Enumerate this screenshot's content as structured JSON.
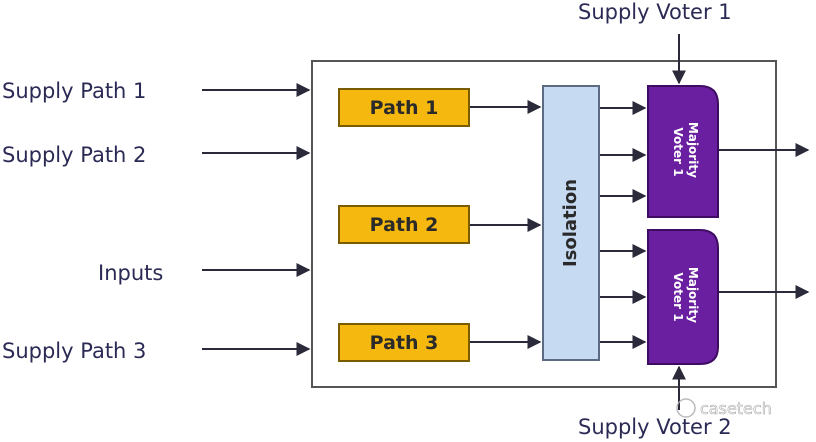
{
  "labels": {
    "supply_path_1": "Supply Path 1",
    "supply_path_2": "Supply Path 2",
    "inputs": "Inputs",
    "supply_path_3": "Supply Path 3",
    "supply_voter_1": "Supply Voter 1",
    "supply_voter_2": "Supply Voter 2"
  },
  "paths": {
    "path_1": "Path 1",
    "path_2": "Path 2",
    "path_3": "Path 3"
  },
  "isolation": "Isolation",
  "voters": {
    "top": {
      "line1": "Majority",
      "line2": "Voter 1"
    },
    "bottom": {
      "line1": "Majority",
      "line2": "Voter 1"
    }
  },
  "watermark": "casetech",
  "colors": {
    "path_fill": "#f5b80f",
    "path_stroke": "#7a5c00",
    "isolation_fill": "#c6daf2",
    "isolation_stroke": "#5c6a82",
    "voter_fill": "#6a1fa0",
    "voter_stroke": "#3e0d63",
    "frame_stroke": "#555555",
    "wire": "#2a2a3a"
  }
}
